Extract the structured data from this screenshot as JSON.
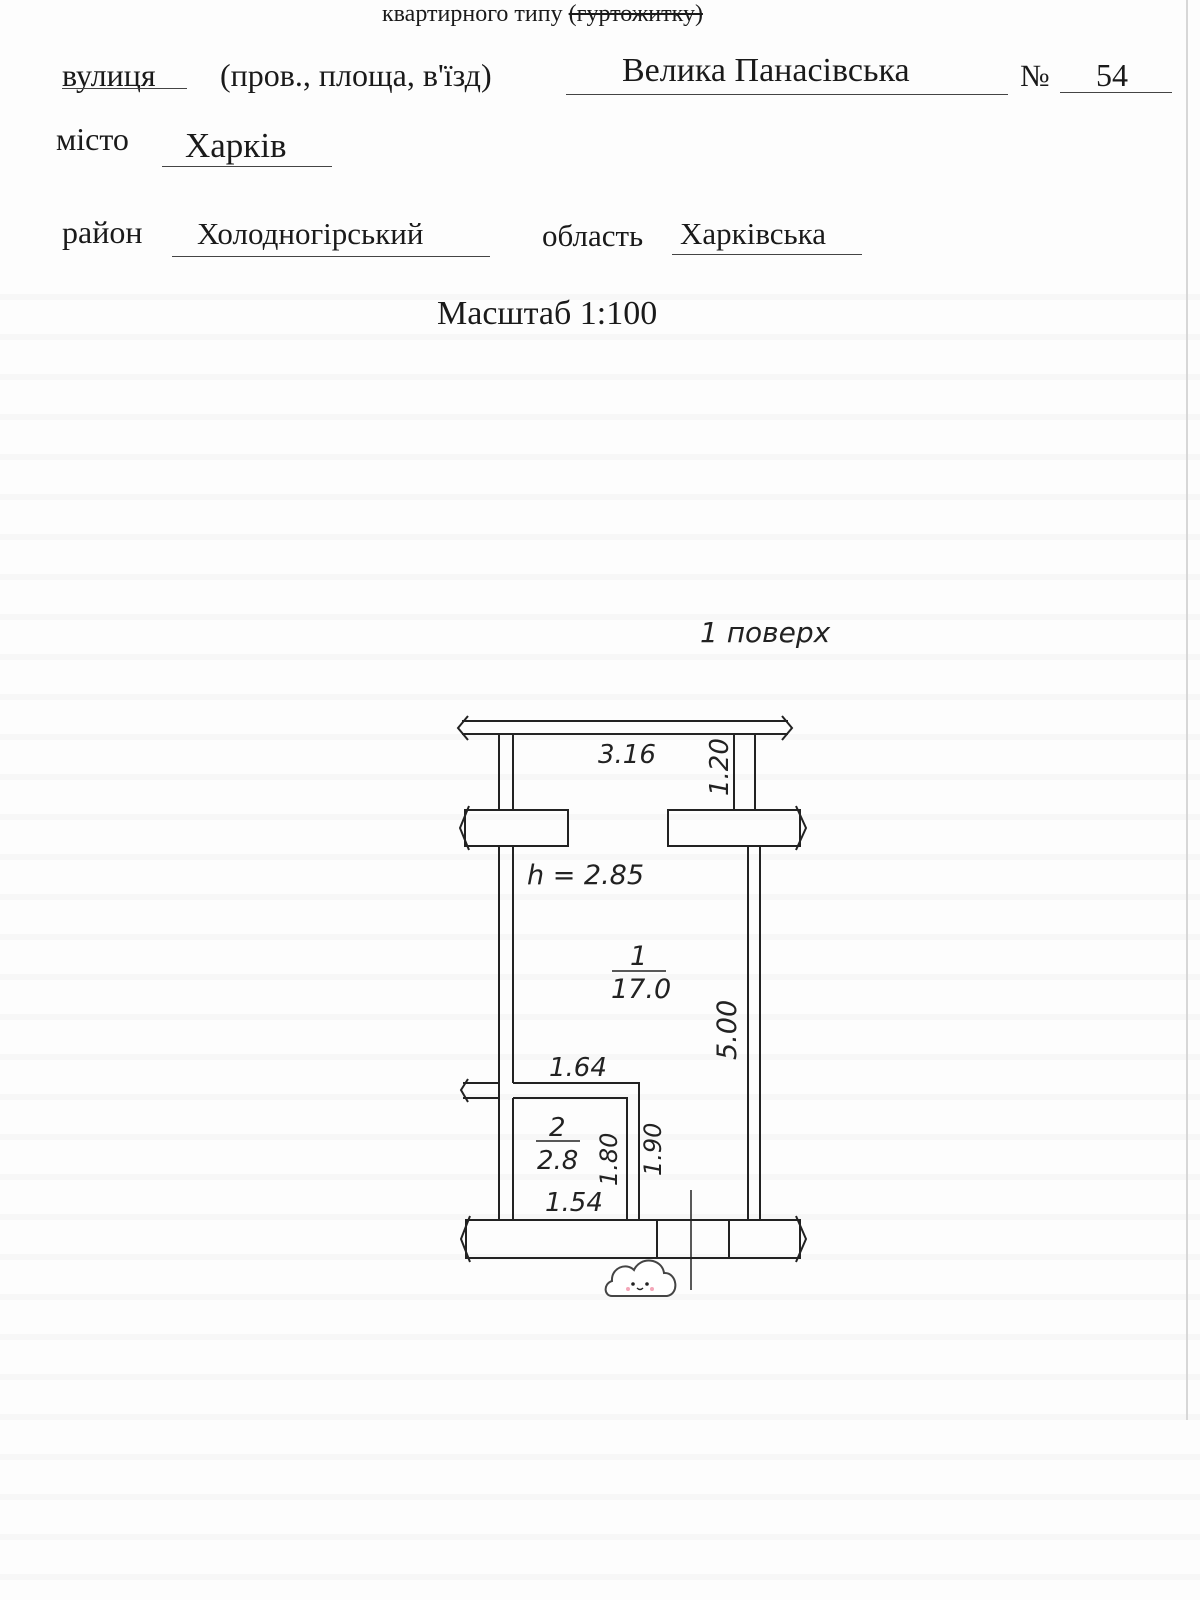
{
  "header": {
    "top_line": "квартирного типу",
    "top_line_struck": "(гуртожитку)",
    "top_line_close": ")"
  },
  "address": {
    "street_label": "вулиця",
    "street_alt_label": "(пров., площа, в'їзд)",
    "street_value": "Велика Панасівська",
    "number_label": "№",
    "number_value": "54",
    "city_label": "місто",
    "city_value": "Харків",
    "district_label": "район",
    "district_value": "Холодногірський",
    "region_label": "область",
    "region_value": "Харківська"
  },
  "scale": "Масштаб 1:100",
  "plan": {
    "floor_label": "1 поверх",
    "height_label": "h = 2.85",
    "dimensions": {
      "top_width": "3.16",
      "balcony_depth": "1.20",
      "room_length": "5.00",
      "bath_top": "1.64",
      "bath_bottom": "1.54",
      "bath_inner_h": "1.80",
      "bath_outer_h": "1.90"
    },
    "rooms": [
      {
        "number": "1",
        "area": "17.0"
      },
      {
        "number": "2",
        "area": "2.8"
      }
    ]
  }
}
